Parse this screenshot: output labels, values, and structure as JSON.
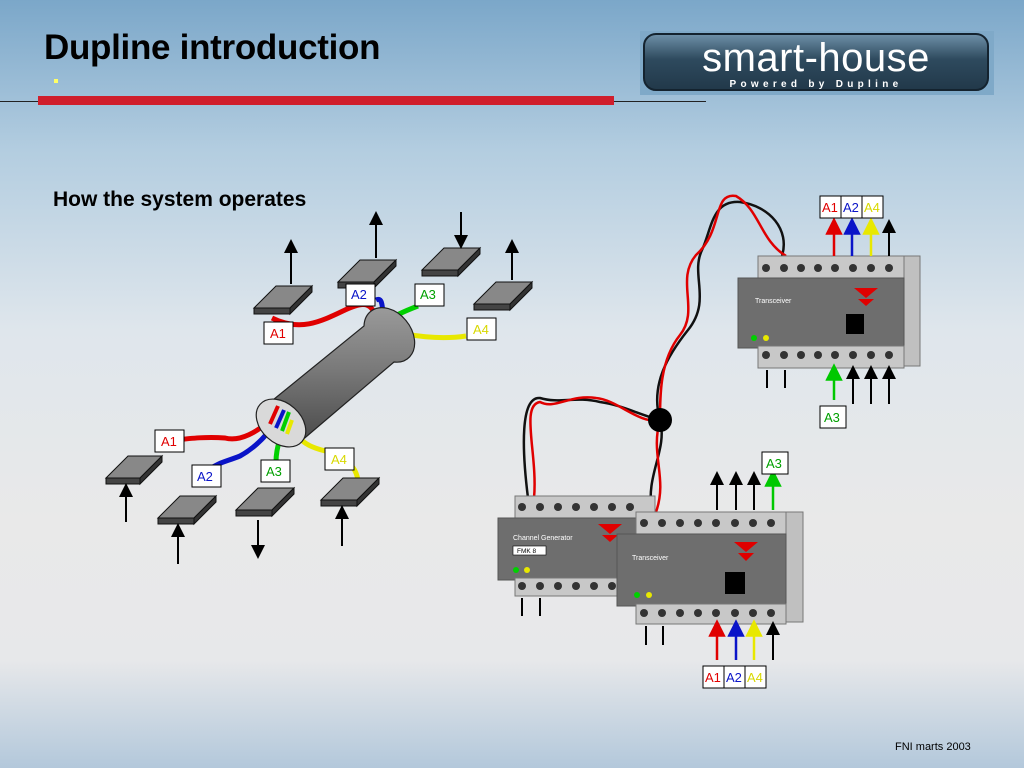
{
  "slide": {
    "title": "Dupline introduction",
    "subtitle": "How the system operates",
    "footer": "FNI marts 2003"
  },
  "logo": {
    "main": "smart-house",
    "tagline": "Powered by Dupline"
  },
  "channel_labels": {
    "a1": "A1",
    "a2": "A2",
    "a3": "A3",
    "a4": "A4"
  },
  "devices": {
    "transceiver": "Transceiver",
    "channel_generator": "Channel Generator",
    "fmk": "FMK 8"
  },
  "colors": {
    "a1": "#e00000",
    "a2": "#0a14c8",
    "a3": "#00b400",
    "a4": "#e0e000",
    "title_rule": "#d01e2c"
  }
}
